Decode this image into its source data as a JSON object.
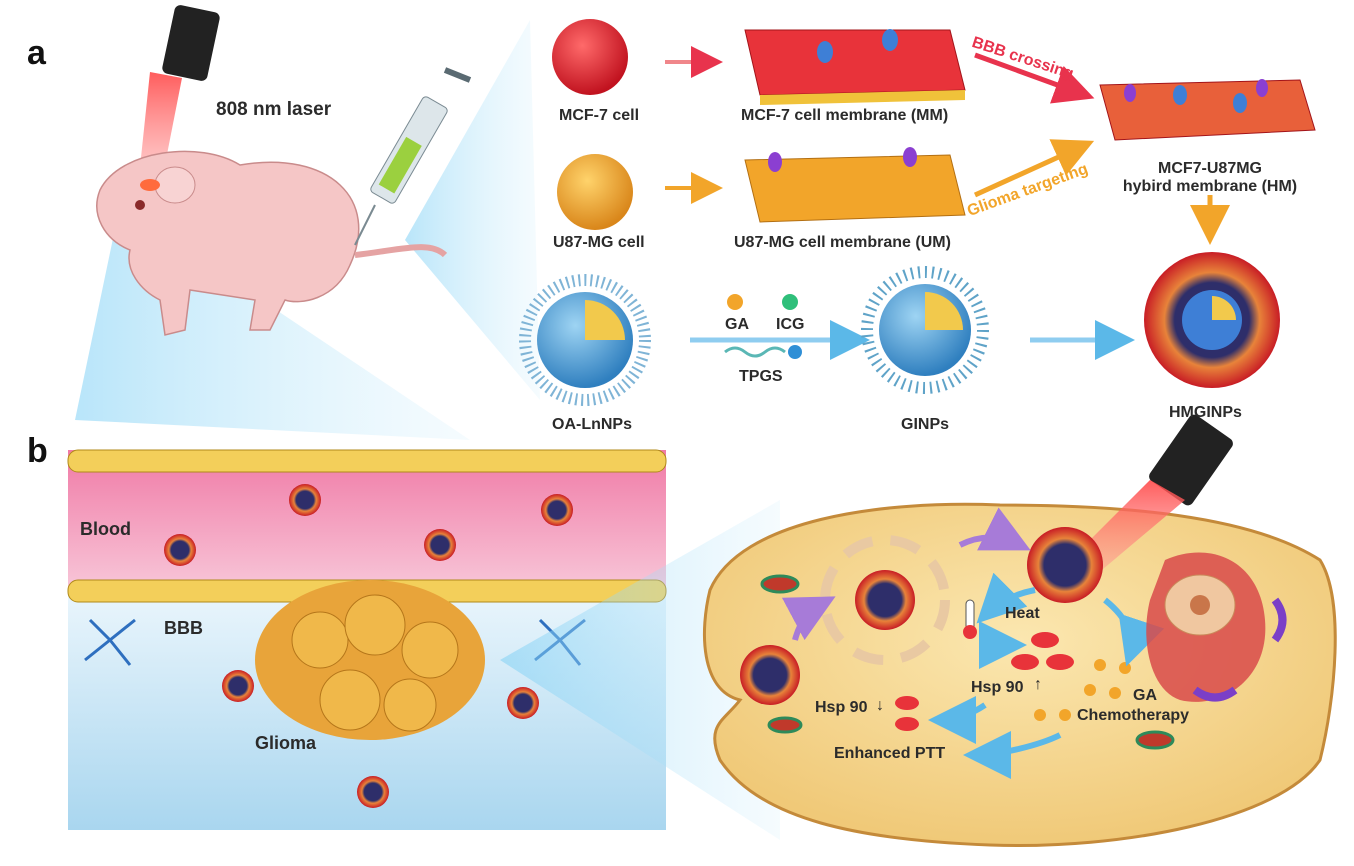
{
  "panels": {
    "a": "a",
    "b": "b"
  },
  "labels": {
    "laser": "808 nm laser",
    "mcf7_cell": "MCF-7 cell",
    "u87_cell": "U87-MG cell",
    "mcf7_membrane": "MCF-7 cell membrane (MM)",
    "u87_membrane": "U87-MG cell membrane (UM)",
    "bbb_crossing": "BBB crossing",
    "glioma_targeting": "Glioma targeting",
    "hybrid_line1": "MCF7-U87MG",
    "hybrid_line2": "hybird membrane (HM)",
    "ga": "GA",
    "icg": "ICG",
    "tpgs": "TPGS",
    "oa_lnnps": "OA-LnNPs",
    "ginps": "GINPs",
    "hmginps": "HMGINPs",
    "blood": "Blood",
    "bbb": "BBB",
    "glioma": "Glioma",
    "heat": "Heat",
    "hsp90_up": "Hsp 90",
    "hsp90_down": "Hsp 90",
    "ga_chemo_1": "GA",
    "ga_chemo_2": "Chemotherapy",
    "enhanced_ptt": "Enhanced PTT"
  },
  "colors": {
    "mcf7": "#e8333a",
    "u87": "#f2a52a",
    "nanoparticle_core": "#f2c94c",
    "nanoparticle_shell": "#4fa3d9",
    "blood": "#f3a9c4",
    "brain": "#cfe8f5",
    "cell_cytoplasm": "#f7dc9a",
    "arrow_red": "#e8334d",
    "arrow_orange": "#f2a52a",
    "arrow_blue": "#5bb8e8"
  }
}
